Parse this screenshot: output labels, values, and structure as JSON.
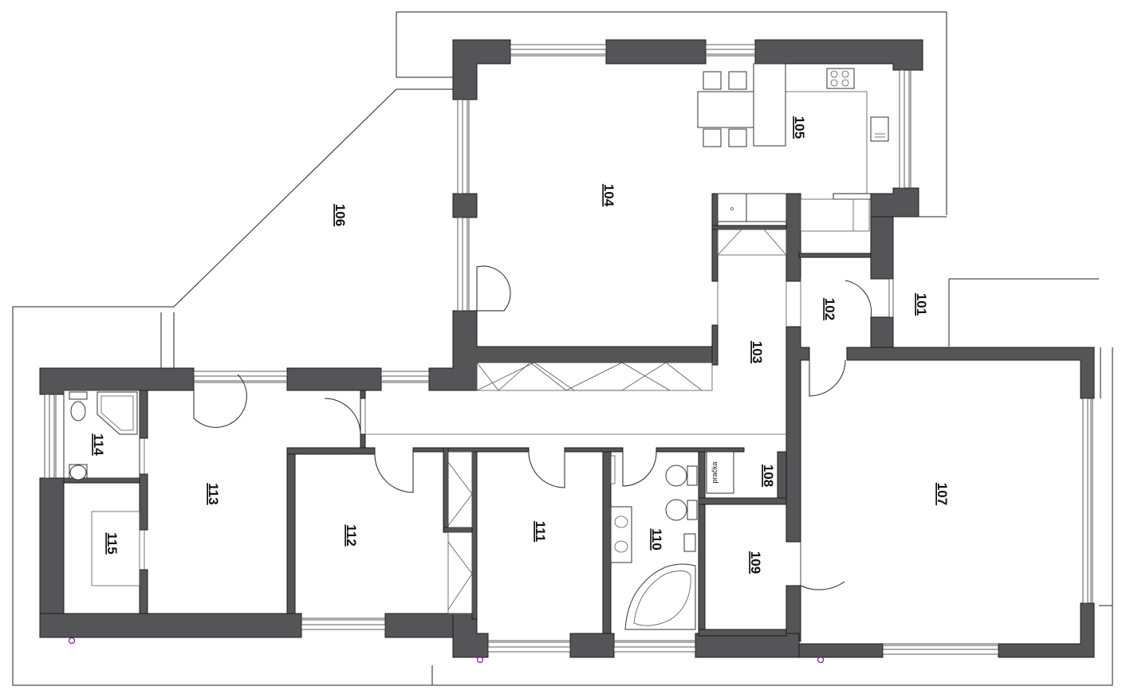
{
  "rooms": {
    "r101": "101",
    "r102": "102",
    "r103": "103",
    "r104": "104",
    "r105": "105",
    "r106": "106",
    "r107": "107",
    "r108": "108",
    "r109": "109",
    "r110": "110",
    "r111": "111",
    "r112": "112",
    "r113": "113",
    "r114": "114",
    "r115": "115"
  },
  "fixtures": {
    "washer_label": "pračka"
  },
  "colors": {
    "wall": "#555558",
    "line": "#222222",
    "background": "#ffffff"
  }
}
